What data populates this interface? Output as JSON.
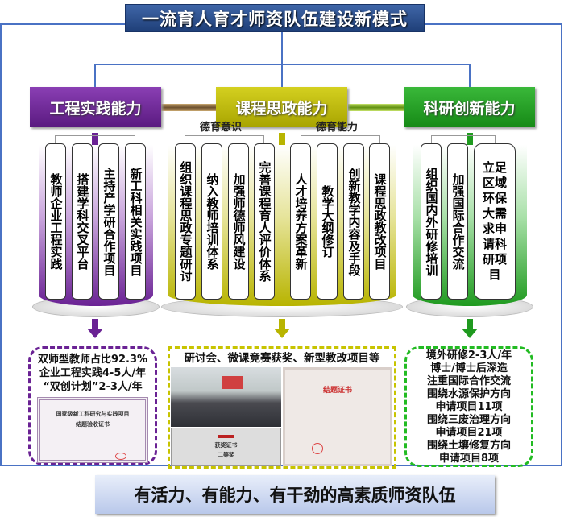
{
  "title": "一流育人育才师资队伍建设新模式",
  "abilities": [
    {
      "label": "工程实践能力",
      "color": "#6a2294"
    },
    {
      "label": "课程思政能力",
      "color": "#b8b400"
    },
    {
      "label": "科研创新能力",
      "color": "#1f9a1f"
    }
  ],
  "sub_labels": {
    "moral_awareness": "德育意识",
    "moral_ability": "德育能力"
  },
  "engineering_items": [
    "教师企业工程实践",
    "搭建学科交叉平台",
    "主持产学研合作项目",
    "新工科相关实践项目"
  ],
  "ideology_items": [
    "组织课程思政专题研讨",
    "纳入教师培训体系",
    "加强师德师风建设",
    "完善课程育人评价体系",
    "人才培养方案革新",
    "教学大纲修订",
    "创新教学内容及手段",
    "课程思政教改项目"
  ],
  "research_items": [
    "组织国内外研修培训",
    "加强国际合作交流",
    "立足区域环保大需求申请科研项目"
  ],
  "results": {
    "engineering": [
      "双师型教师占比92.3%",
      "企业工程实践4-5人/年",
      "“双创计划”2-3人/年"
    ],
    "engineering_cert": [
      "国家级新工科研究与实践项目",
      "结题验收证书"
    ],
    "ideology_title": "研讨会、微课竞赛获奖、新型教改项目等",
    "award_cert": [
      "获奖证书",
      "二等奖"
    ],
    "completion_cert": "结题证书",
    "research": [
      "境外研修2-3人/年",
      "博士/博士后深造",
      "注重国际合作交流",
      "围绕水源保护方向",
      "申请项目11项",
      "围绕三废治理方向",
      "申请项目21项",
      "围绕土壤修复方向",
      "申请项目8项"
    ]
  },
  "footer": "有活力、有能力、有干劲的高素质师资队伍"
}
